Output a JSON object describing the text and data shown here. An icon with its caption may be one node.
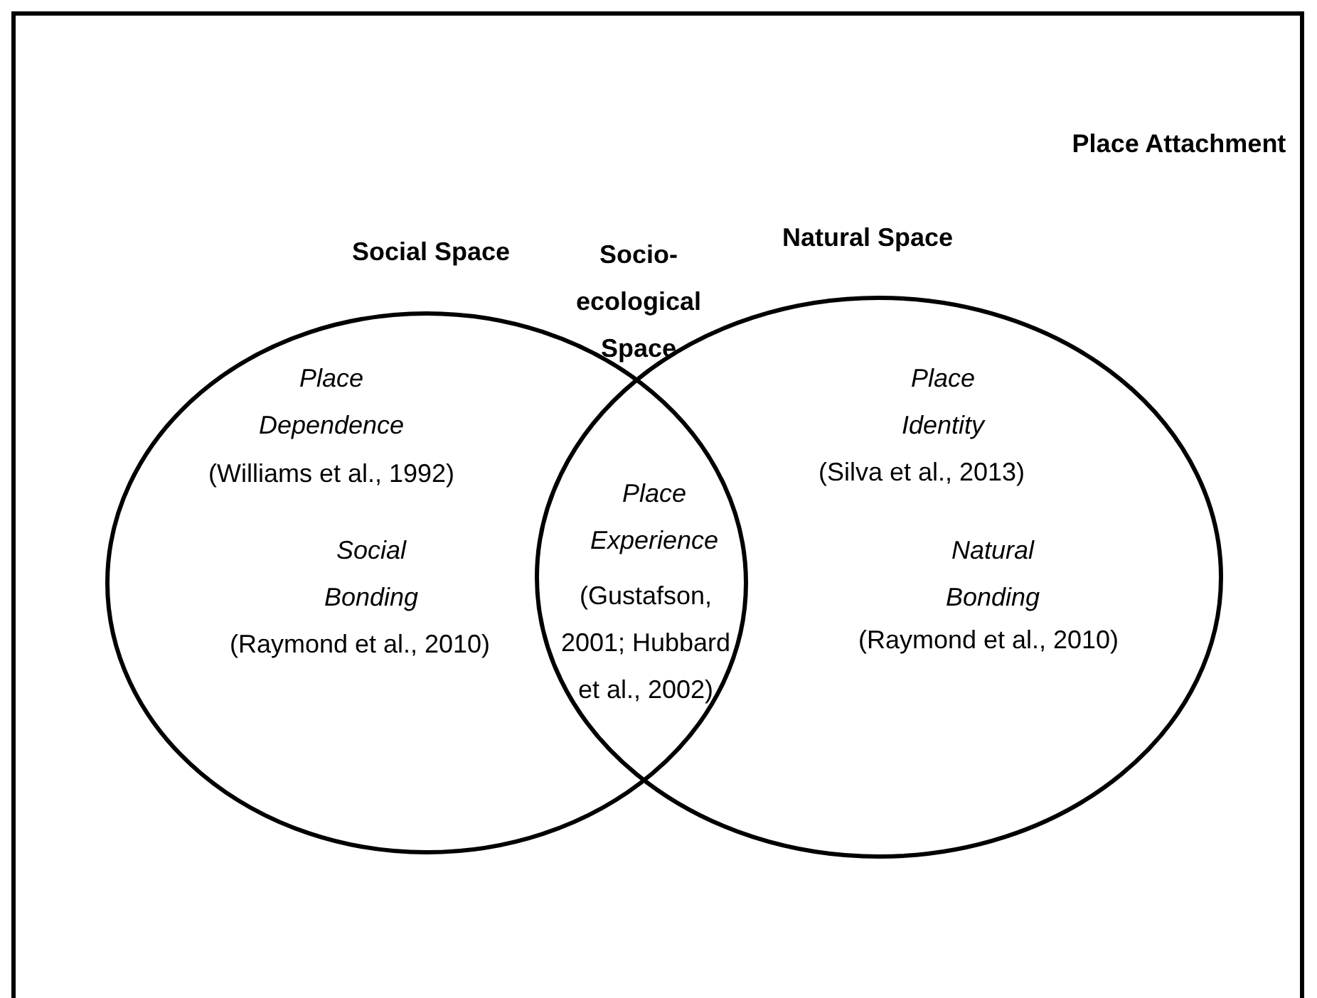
{
  "diagram": {
    "nodes": [
      {
        "text": [
          "Place Attachment"
        ]
      },
      {
        "text": [
          "Social Space",
          "Place Dependence",
          "(Williams et al., 1992)",
          "Social Bonding",
          "(Raymond et al., 2010)"
        ],
        "in": 0
      },
      {
        "text": [
          "Natural Space",
          "Place Identity",
          "(Silva et al., 2013)",
          "Natural Bonding",
          "(Raymond et al., 2010)"
        ],
        "in": 0
      },
      {
        "text": [
          "Socio-ecological Space",
          "Place Experience",
          "(Gustafson, 2001; Hubbard et al., 2002)"
        ],
        "in": 0
      }
    ]
  }
}
